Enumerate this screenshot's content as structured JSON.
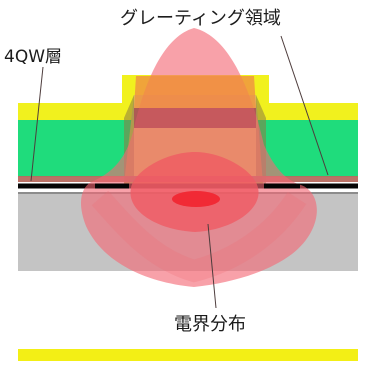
{
  "labels": {
    "grating_region": "グレーティング領域",
    "qw_layer": "4QW層",
    "field_distribution": "電界分布"
  },
  "colors": {
    "background": "#ffffff",
    "upper_yellow": "#f1f11e",
    "cladding_green": "#1fdc7c",
    "ridge_orange": "#eea34b",
    "grating_brown": "#b76a5f",
    "black_line": "#050505",
    "gray_layer": "#c4c4c4",
    "substrate_white": "#ffffff",
    "bottom_yellow": "#f3ef15",
    "field_outer": "#f36874",
    "field_middle": "#f05a63",
    "field_inner": "#f12a35"
  }
}
